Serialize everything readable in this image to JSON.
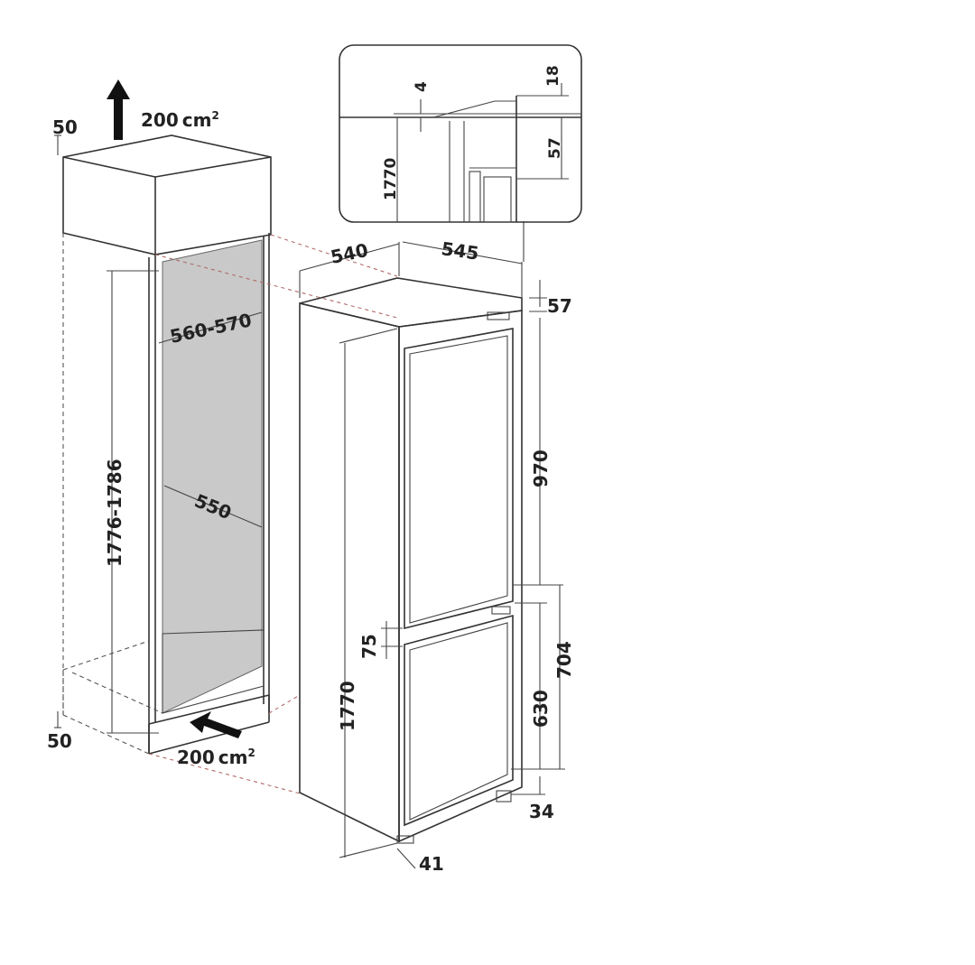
{
  "diagram": {
    "ventilation": {
      "top_area": "200",
      "bottom_area": "200",
      "unit": "cm",
      "unit_sup": "2"
    },
    "cabinet": {
      "top_gap": "50",
      "bottom_gap": "50",
      "niche_height": "1776-1786",
      "niche_width": "560-570",
      "niche_depth": "550"
    },
    "appliance": {
      "width": "540",
      "depth": "545",
      "height": "1770",
      "top_offset": "57",
      "upper_door": "970",
      "gap_between_doors": "75",
      "lower_section": "704",
      "lower_door": "630",
      "plinth": "34",
      "foot": "41"
    },
    "detail_inset": {
      "top_clearance": "18",
      "gap": "4",
      "height": "1770",
      "hinge_offset": "57"
    }
  }
}
